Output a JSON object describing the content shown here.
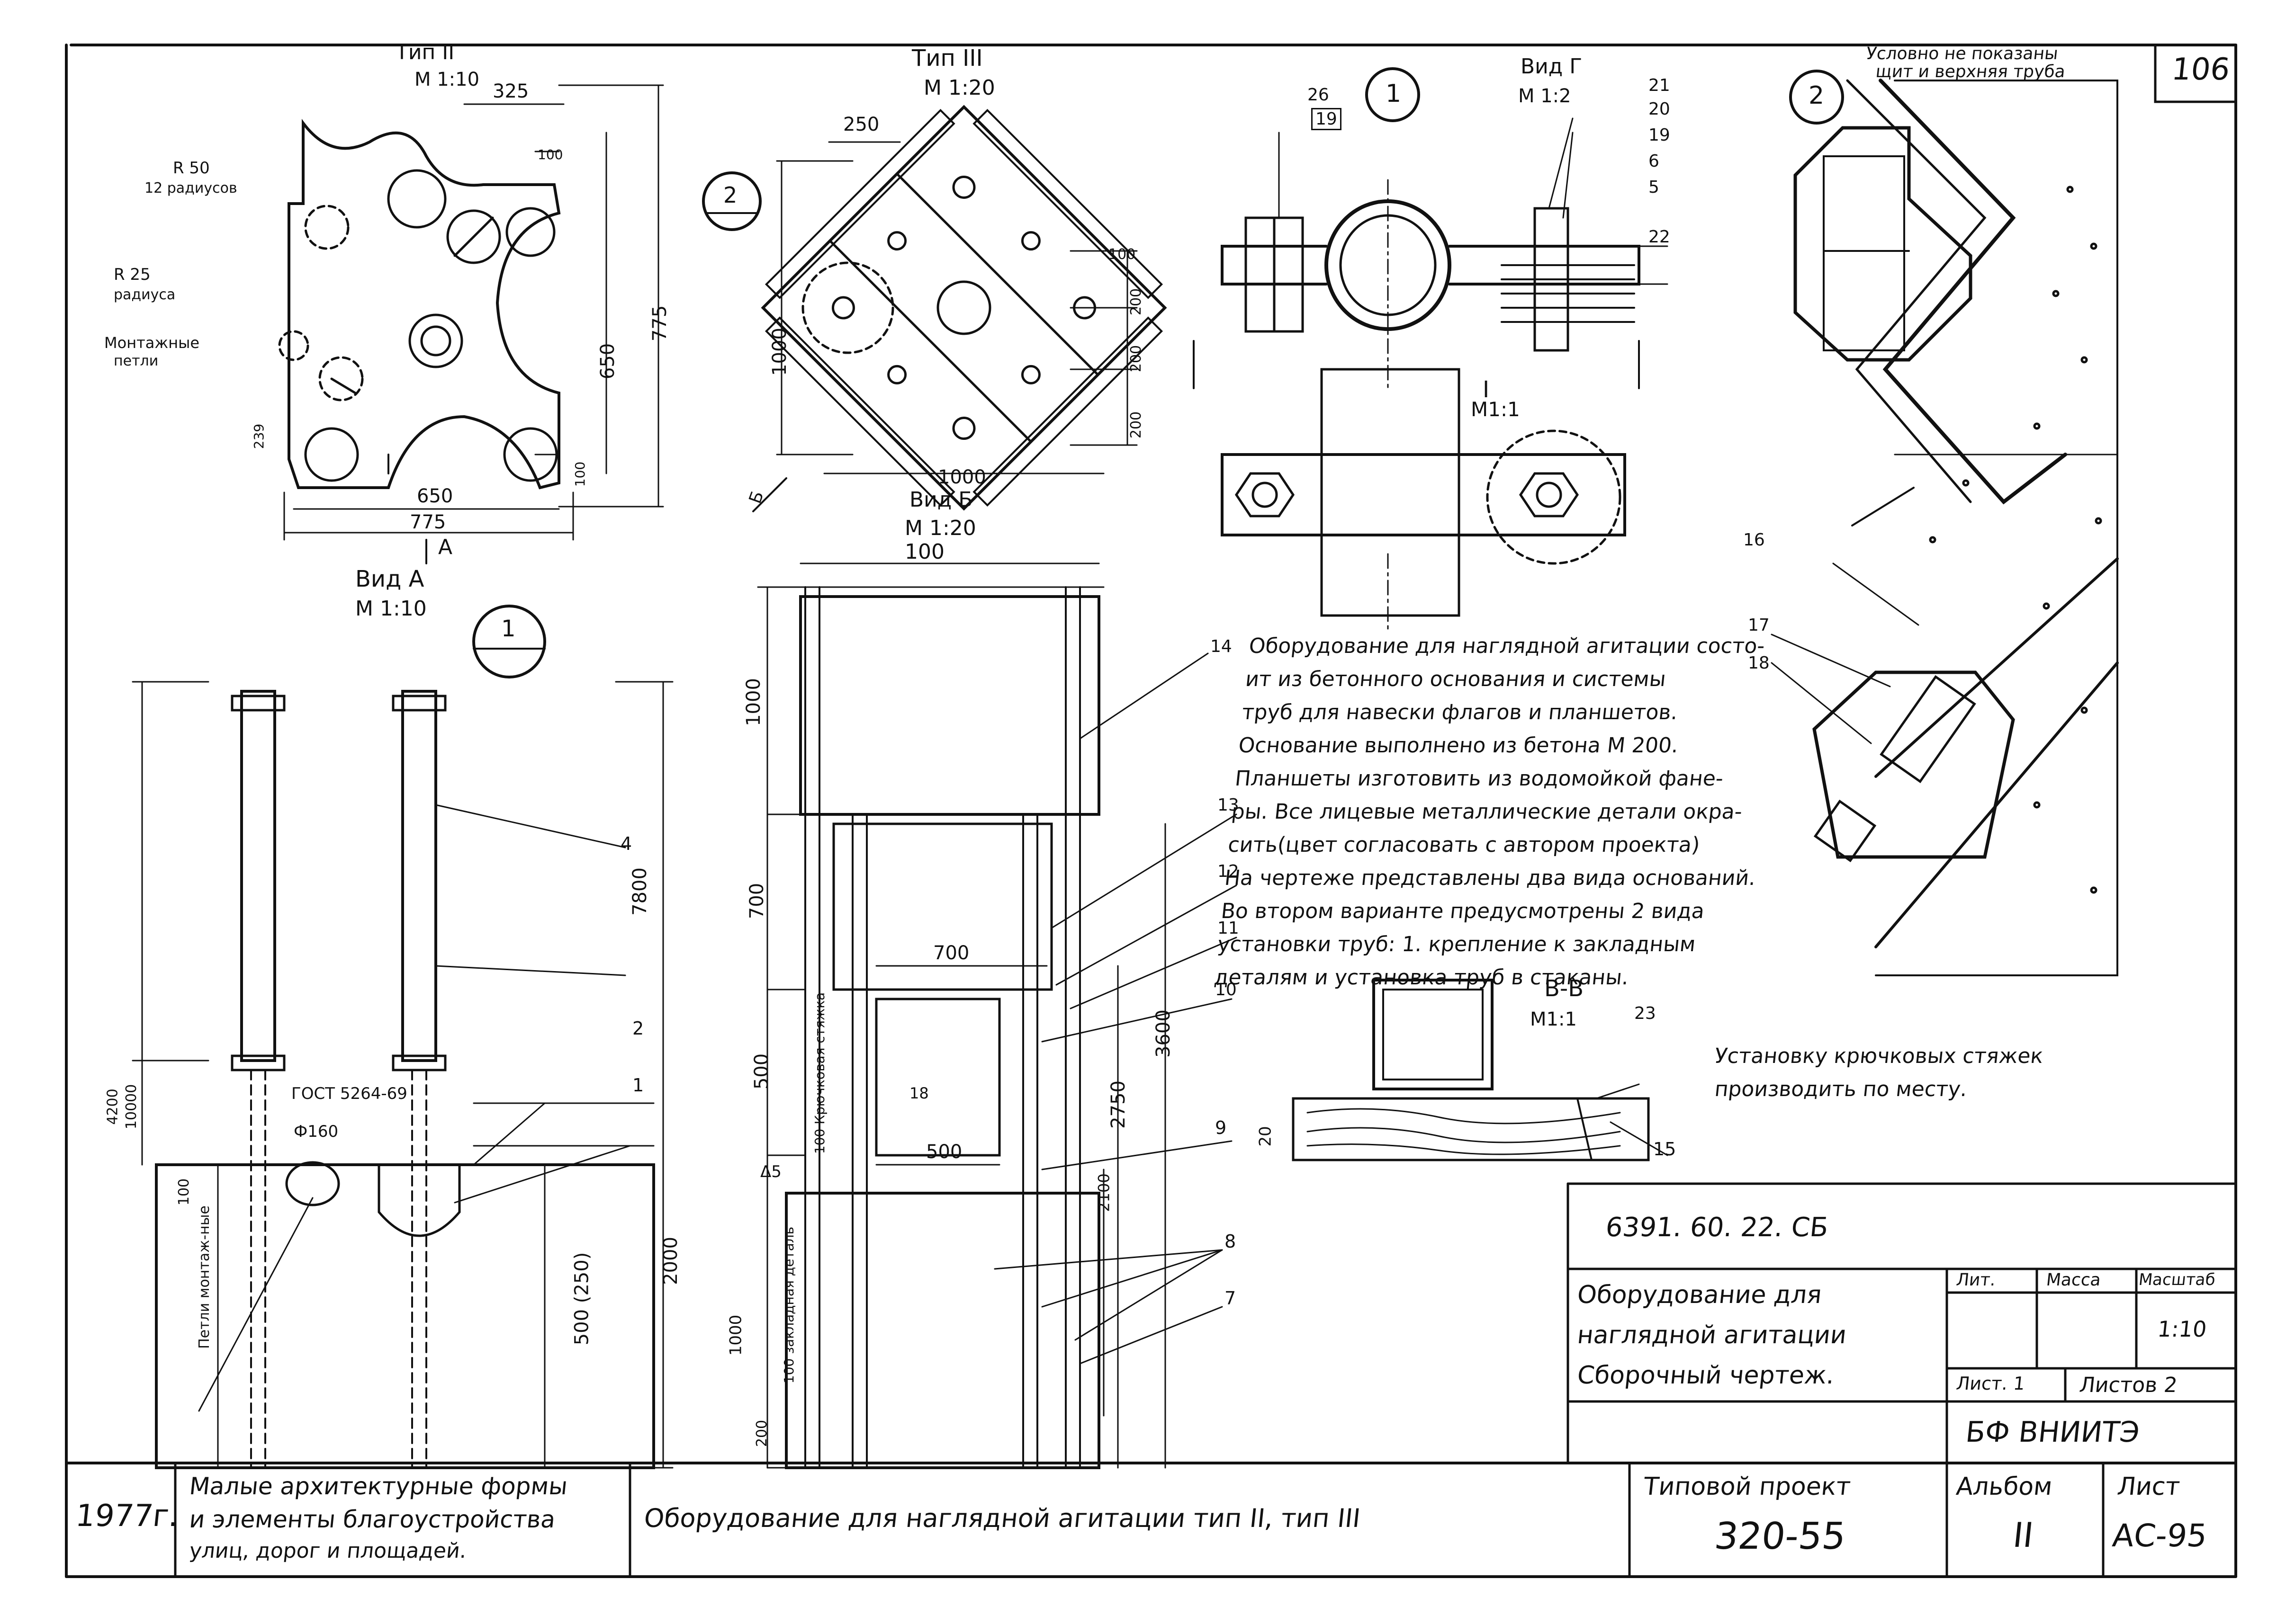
{
  "page_number": "106",
  "stamp_note": [
    "Условно не показаны",
    "щит и верхняя труба"
  ],
  "views": {
    "type2": {
      "title": "Тип II",
      "scale": "М 1:10"
    },
    "type3": {
      "title": "Тип III",
      "scale": "М 1:20"
    },
    "vid_g": {
      "title": "Вид Г",
      "scale": "М 1:2"
    },
    "vid_a": {
      "title": "Вид А",
      "scale": "М 1:10"
    },
    "vid_b": {
      "title": "Вид Б",
      "scale": "М 1:20"
    },
    "section_1": {
      "title": "I",
      "scale": "М1:1"
    },
    "section_bb": {
      "title": "В-В",
      "scale": "М1:1"
    }
  },
  "callouts": [
    "1",
    "2"
  ],
  "type2_labels": [
    "R 50",
    "12 радиусов",
    "R 25",
    "радиуса",
    "Монтажные",
    "петли",
    "А"
  ],
  "dimensions": {
    "type2": [
      "325",
      "100",
      "650",
      "775",
      "650",
      "775",
      "100",
      "239"
    ],
    "type3": [
      "250",
      "1000",
      "1000",
      "100",
      "200",
      "200",
      "200",
      "Б"
    ],
    "vid_a": [
      "7800",
      "4200",
      "10000",
      "100",
      "2000",
      "500 (250)",
      "ГОСТ 5264-69",
      "Ф160",
      "Петли монтаж-ные"
    ],
    "vid_b": [
      "100",
      "1000",
      "700",
      "700",
      "500",
      "500",
      "100 Крючковая стяжка",
      "2750",
      "3600",
      "2100",
      "Δ5",
      "1000",
      "200",
      "100 закладная деталь",
      "18"
    ],
    "section_bb": [
      "20"
    ]
  },
  "part_numbers": [
    "1",
    "2",
    "4",
    "5",
    "6",
    "7",
    "8",
    "9",
    "10",
    "11",
    "12",
    "13",
    "14",
    "15",
    "16",
    "17",
    "18",
    "19",
    "20",
    "21",
    "22",
    "23",
    "26"
  ],
  "notes": [
    "Оборудование для наглядной агитации состо-",
    "ит из бетонного основания и системы",
    "труб для навески флагов и планшетов.",
    "Основание выполнено из бетона М 200.",
    "Планшеты изготовить из водомойкой фане-",
    "ры. Все лицевые металлические детали окра-",
    "сить(цвет согласовать с автором проекта)",
    "На чертеже представлены два вида оснований.",
    "Во втором варианте предусмотрены 2 вида",
    "установки труб: 1. крепление к закладным",
    "деталям и установка труб в стаканы."
  ],
  "hook_note": [
    "Установку крючковых стяжек",
    "производить по месту."
  ],
  "title_block": {
    "doc_code": "6391. 60. 22. СБ",
    "doc_title": [
      "Оборудование для",
      "наглядной агитации",
      "Сборочный чертеж."
    ],
    "lit_label": "Лит.",
    "mass_label": "Масса",
    "scale_label": "Масштаб",
    "scale_value": "1:10",
    "sheet_label": "Лист. 1",
    "sheets_label": "Листов 2",
    "org": "БФ ВНИИТЭ"
  },
  "bottom_strip": {
    "year": "1977г.",
    "series": [
      "Малые архитектурные формы",
      "и элементы благоустройства",
      "улиц, дорог и площадей."
    ],
    "drawing_title": "Оборудование для наглядной агитации тип II, тип III",
    "project_label": "Типовой проект",
    "project_value": "320-55",
    "album_label": "Альбом",
    "album_value": "II",
    "sheet_label": "Лист",
    "sheet_value": "АС-95"
  }
}
